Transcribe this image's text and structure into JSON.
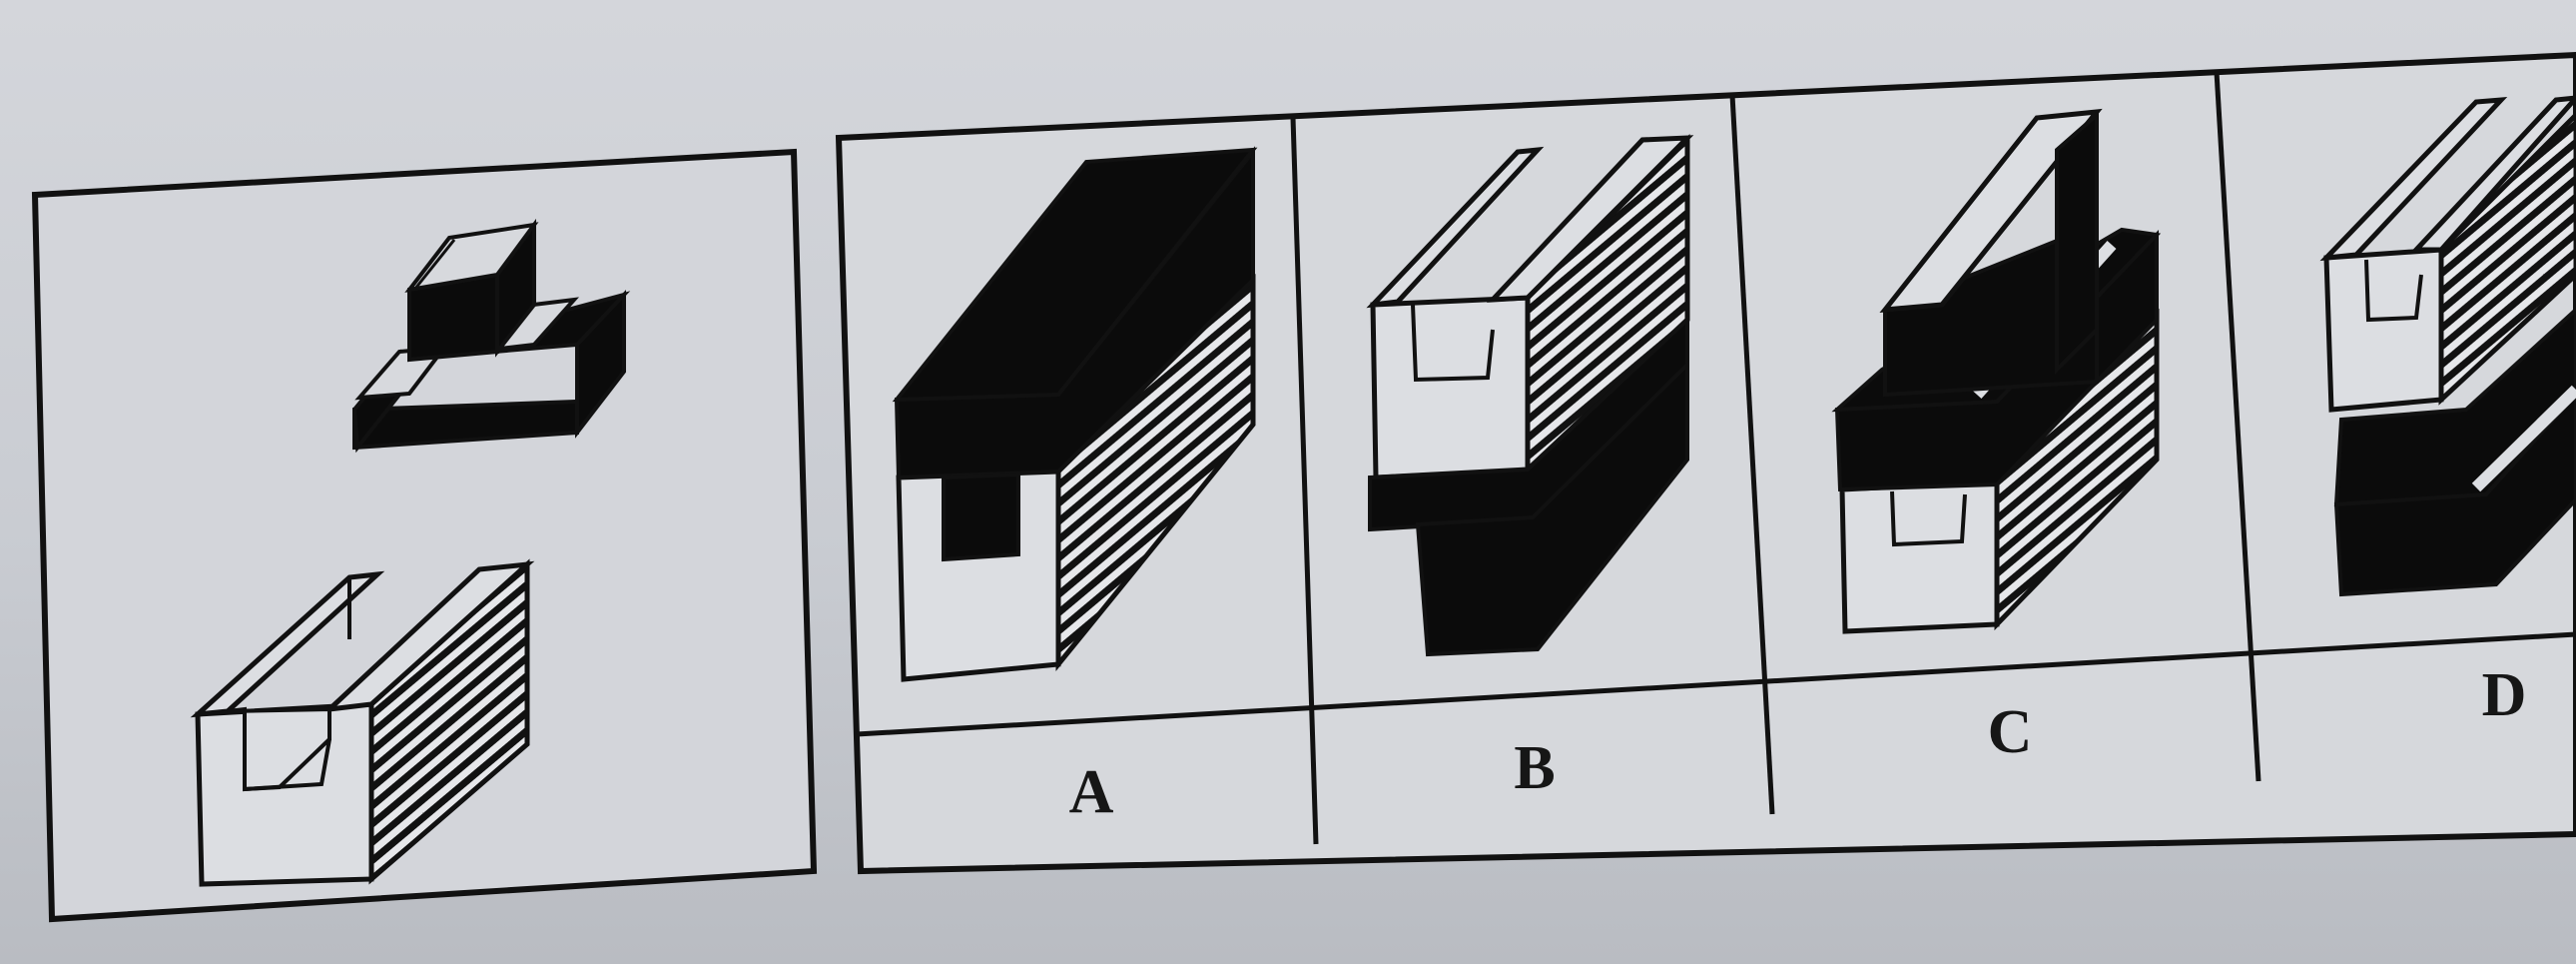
{
  "options": [
    {
      "id": "A",
      "label": "A"
    },
    {
      "id": "B",
      "label": "B"
    },
    {
      "id": "C",
      "label": "C"
    },
    {
      "id": "D",
      "label": "D"
    }
  ],
  "colors": {
    "ink": "#0b0b0b",
    "paper": "#dcdee2",
    "line": "#121212"
  }
}
